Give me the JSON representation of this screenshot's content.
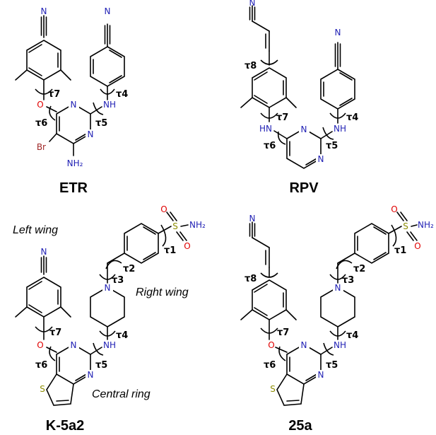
{
  "colors": {
    "nitrogen": "#1f1fb4",
    "oxygen": "#e00000",
    "bromine": "#a02828",
    "sulfur": "#8c8c00",
    "bond": "#000000"
  },
  "atoms": {
    "N": "N",
    "O": "O",
    "S": "S",
    "Br": "Br",
    "NH": "NH",
    "HN": "HN",
    "NH2": "NH₂"
  },
  "labels": {
    "t1": "τ1",
    "t2": "τ2",
    "t3": "τ3",
    "t4": "τ4",
    "t5": "τ5",
    "t6": "τ6",
    "t7": "τ7",
    "t8": "τ8"
  },
  "compounds": {
    "etr": "ETR",
    "rpv": "RPV",
    "k5a2": "K-5a2",
    "c25a": "25a"
  },
  "annotations": {
    "left_wing": "Left wing",
    "right_wing": "Right wing",
    "central_ring": "Central ring"
  }
}
